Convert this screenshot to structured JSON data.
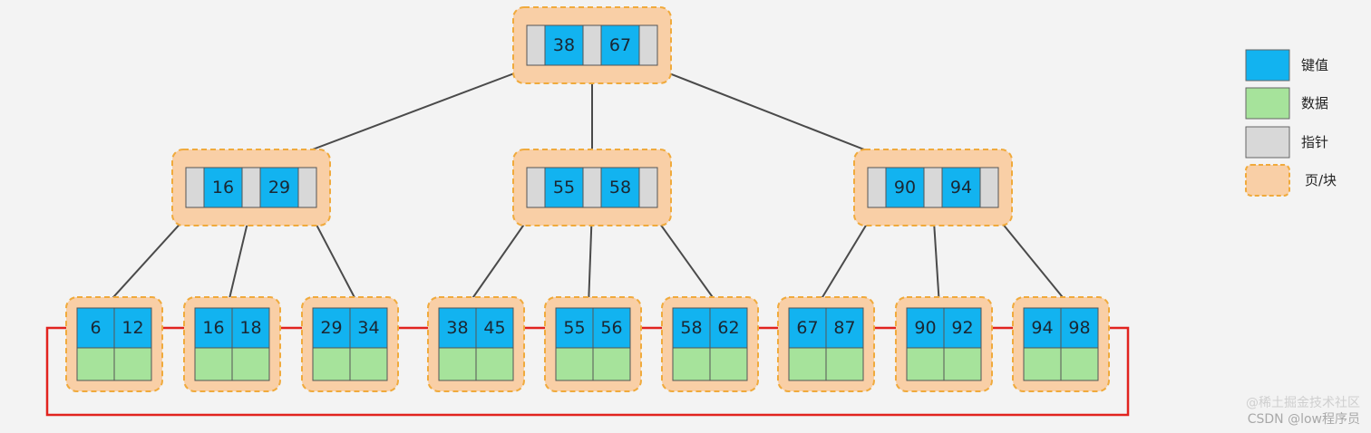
{
  "colors": {
    "key": "#12b3f0",
    "data": "#a6e39b",
    "pointer": "#d8d8d8",
    "page_fill": "#f9cfa6",
    "page_border": "#f0aa3c",
    "tree_arrow": "#4a4a4a",
    "leaf_link": "#e1231e"
  },
  "tree": {
    "root": {
      "keys": [
        "38",
        "67"
      ]
    },
    "internal": [
      {
        "keys": [
          "16",
          "29"
        ]
      },
      {
        "keys": [
          "55",
          "58"
        ]
      },
      {
        "keys": [
          "90",
          "94"
        ]
      }
    ],
    "leaves": [
      {
        "keys": [
          "6",
          "12"
        ]
      },
      {
        "keys": [
          "16",
          "18"
        ]
      },
      {
        "keys": [
          "29",
          "34"
        ]
      },
      {
        "keys": [
          "38",
          "45"
        ]
      },
      {
        "keys": [
          "55",
          "56"
        ]
      },
      {
        "keys": [
          "58",
          "62"
        ]
      },
      {
        "keys": [
          "67",
          "87"
        ]
      },
      {
        "keys": [
          "90",
          "92"
        ]
      },
      {
        "keys": [
          "94",
          "98"
        ]
      }
    ]
  },
  "legend": [
    {
      "icon": "key-swatch",
      "label": "键值"
    },
    {
      "icon": "data-swatch",
      "label": "数据"
    },
    {
      "icon": "pointer-swatch",
      "label": "指针"
    },
    {
      "icon": "page-swatch",
      "label": "页/块"
    }
  ],
  "watermark": {
    "line1": "@稀土掘金技术社区",
    "line2": "CSDN @low程序员"
  }
}
